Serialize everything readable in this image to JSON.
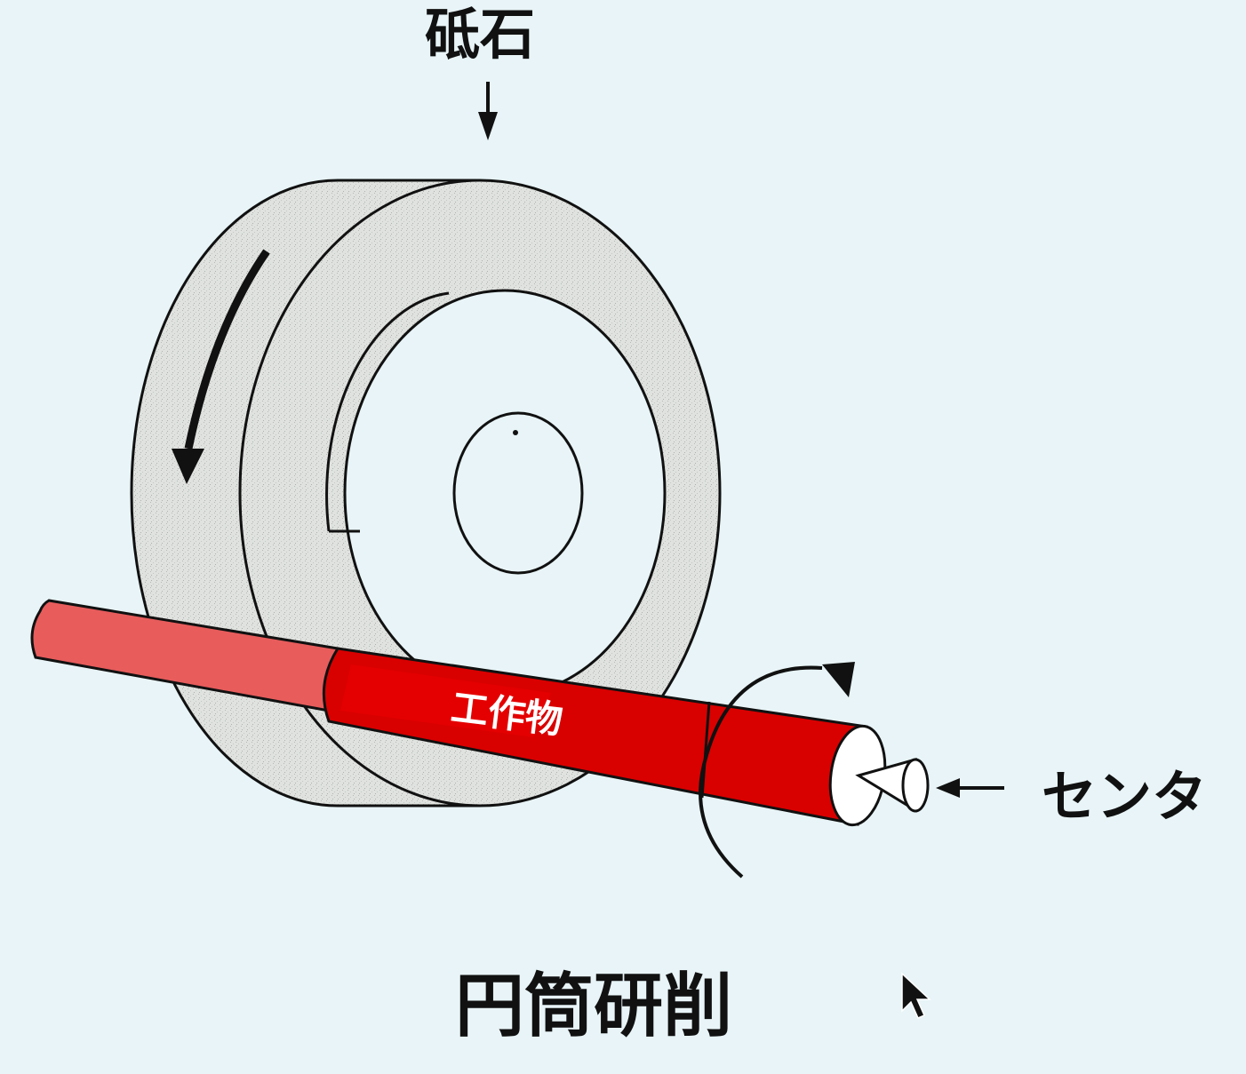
{
  "labels": {
    "wheel": "砥石",
    "workpiece": "工作物",
    "center": "センタ",
    "title": "円筒研削"
  },
  "colors": {
    "background": "#e8f4f7",
    "wheel_fill": "#d9dcd9",
    "wheel_outline": "#111111",
    "workpiece_red": "#d90000",
    "workpiece_light_red": "#e85c5c",
    "text": "#111111"
  },
  "icons": {
    "cursor": "mouse-pointer-icon",
    "wheel_rotation": "curved-arrow-down-icon",
    "work_rotation": "curved-arrow-right-icon"
  }
}
